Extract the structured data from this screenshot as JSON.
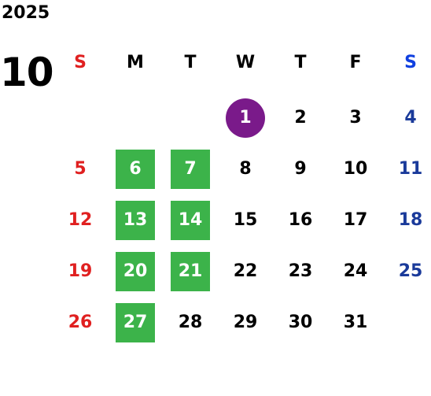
{
  "year": "2025",
  "month": "10",
  "weekday_headers": [
    "S",
    "M",
    "T",
    "W",
    "T",
    "F",
    "S"
  ],
  "weeks": [
    [
      null,
      null,
      null,
      {
        "day": "1",
        "mark": "today"
      },
      {
        "day": "2"
      },
      {
        "day": "3"
      },
      {
        "day": "4"
      }
    ],
    [
      {
        "day": "5"
      },
      {
        "day": "6",
        "mark": "green"
      },
      {
        "day": "7",
        "mark": "green"
      },
      {
        "day": "8"
      },
      {
        "day": "9"
      },
      {
        "day": "10"
      },
      {
        "day": "11"
      }
    ],
    [
      {
        "day": "12"
      },
      {
        "day": "13",
        "mark": "green"
      },
      {
        "day": "14",
        "mark": "green"
      },
      {
        "day": "15"
      },
      {
        "day": "16"
      },
      {
        "day": "17"
      },
      {
        "day": "18"
      }
    ],
    [
      {
        "day": "19"
      },
      {
        "day": "20",
        "mark": "green"
      },
      {
        "day": "21",
        "mark": "green"
      },
      {
        "day": "22"
      },
      {
        "day": "23"
      },
      {
        "day": "24"
      },
      {
        "day": "25"
      }
    ],
    [
      {
        "day": "26"
      },
      {
        "day": "27",
        "mark": "green"
      },
      {
        "day": "28"
      },
      {
        "day": "29"
      },
      {
        "day": "30"
      },
      {
        "day": "31"
      },
      null
    ]
  ],
  "colors": {
    "sunday": "#e02020",
    "saturday": "#1a3a9a",
    "saturday_header": "#1040e0",
    "green_highlight": "#3cb34a",
    "today_circle": "#7a1a8a"
  }
}
